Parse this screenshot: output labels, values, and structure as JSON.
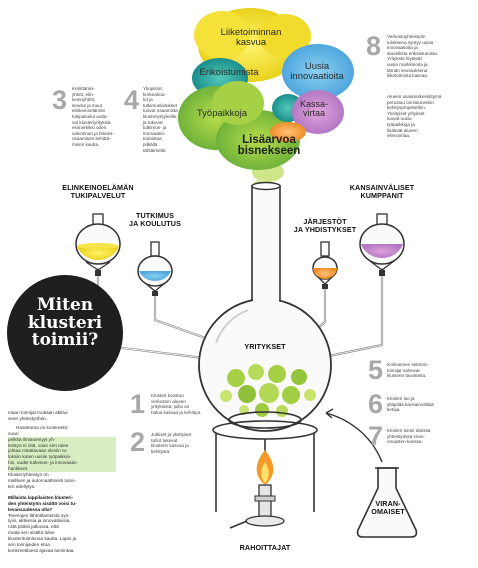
{
  "cloud": {
    "liiketoiminnan": "Liiketoiminnan",
    "kasvua": "kasvua",
    "erikoistumista": "Erikoistumista",
    "uusia": "Uusia",
    "innovaatioita": "innovaatioita",
    "tyopaikkoja": "Työpaikkoja",
    "kassa": "Kassa-",
    "virtaa": "virtaa",
    "lisaarvoa": "Lisäarvoa",
    "bisnekseen": "bisnekseen"
  },
  "labels": {
    "elinkeino_1": "ELINKEINOELÄMÄN",
    "elinkeino_2": "TUKIPALVELUT",
    "tutkimus_1": "TUTKIMUS",
    "tutkimus_2": "JA KOULUTUS",
    "jarjestot_1": "JÄRJESTÖT",
    "jarjestot_2": "JA YHDISTYKSET",
    "kansainv_1": "KANSAINVÄLISET",
    "kansainv_2": "KUMPPANIT",
    "yritykset": "YRITYKSET",
    "viran_1": "VIRAN-",
    "viran_2": "OMAISET",
    "rahoittajat": "RAHOITTAJAT"
  },
  "title": {
    "line1": "Miten",
    "line2": "klusteri",
    "line3": "toimii?"
  },
  "steps": {
    "n1": "1",
    "t1": [
      "Klusteri koostuu",
      "verkoston alueen",
      "yrityksistä, joilla on",
      "halua kasvaa ja kehittyä."
    ],
    "n2": "2",
    "t2": [
      "Julkiset ja yksityiset",
      "tahot tukevat",
      "klusterin kasvua ja",
      "kehitystä."
    ],
    "n3": "3",
    "t3": [
      "Kehittämis-",
      "yhtiöt, elin-",
      "keinoyhtiöt,",
      "seudut ja muut",
      "elinkeinoelämän",
      "tukipalvelut autta-",
      "vat klusteriyrityksiä",
      "esimerkiksi oden",
      "valvonnan ja bisnes-",
      "osaamisen kehittä-",
      "misen kautta."
    ],
    "n4": "4",
    "t4": [
      "Yliopistot,",
      "korkeakou-",
      "lut ja",
      "tutkimuslaitokset",
      "tuovat osaamista",
      "klusteriyrityksille,",
      "ja tukevat",
      "tutkimus- ja",
      "innovaatio-",
      "toimintaa",
      "pitkällä",
      "tähtäimellä."
    ],
    "n5": "5",
    "t5": [
      "Kolmannen sektorin",
      "toimijat valvovat",
      "klusterin tavoitteita."
    ],
    "n6": "6",
    "t6": [
      "Klusteri luo ja",
      "ylläpitää kansainvälisiä",
      "tietoja."
    ],
    "n7": "7",
    "t7": [
      "Klusteri toimii tiiviissä",
      "yhteistyössä viran-",
      "omaisten kanssa."
    ],
    "n8": "8",
    "t8": [
      "Verkostoyhteistyön",
      "tuloksena syntyy uusia",
      "innovaatioita ja",
      "alueellista erikoistumista.",
      "Yritykset löytävät",
      "uusia markkinoita ja",
      "tämän seurauksena",
      "liiketoiminta kasvaa."
    ],
    "t8b": [
      "Alueen osaamiskeskittymä",
      "perustuu onnistuneisiin",
      "kehitysprojekteihin.",
      "Yksityiset yritykset",
      "luovat uusia",
      "työpaikkoja ja",
      "lisäävät alueen",
      "elinvoimaa."
    ]
  },
  "article": {
    "p1": [
      "maan toimijat mukaan aktiivi-",
      "seen yhteistyöhön."
    ],
    "p2a": "Haasteena on konkreetti-",
    "p2b": "suus: ",
    "hl": [
      "pelkkä ilmiasemyyt yh-",
      "teistyö ei riitä, vaan sen tulee",
      "johtaa mitattavaan oleviin tu-",
      "loksiin kuten uusiin työpaikkoi-",
      "hin, uudet tutkimus- ja innovaatio-",
      "hankkeet."
    ],
    "p2c": [
      "Klusteriyhteistyö on",
      "mallinen ja automaattisesti tulos-",
      "ten edellytys."
    ],
    "h2": [
      "Millaista lappilaisten klusteri-",
      "den yhteistyön sisältö voisi tu-",
      "levaisuudessa olla?"
    ],
    "p3": [
      "Teemojen lähtötilanteista syn-",
      "tyisi, aktiivisia ja innovatiivisia,",
      "niitä pitäisi jatkossa, että",
      "mutta sen sisältö tulee",
      "klusteritoiminnan kautta. Lapin ja",
      "sen toimijoiden etua.",
      "konkreettisesti ajavaa toimintaa."
    ]
  },
  "colors": {
    "yellow": "#f2dc2a",
    "blue": "#3aa6e3",
    "orange": "#f29a2e",
    "purple": "#b58ac9",
    "green_light": "#c6df6a",
    "green_dark": "#93c43b",
    "teal": "#2fa59f",
    "dark": "#222222"
  },
  "icons": [
    "flask-icon",
    "beaker-icon",
    "bunsen-burner-icon",
    "flame-icon",
    "arrow-icon",
    "smoke-cloud-icon"
  ]
}
